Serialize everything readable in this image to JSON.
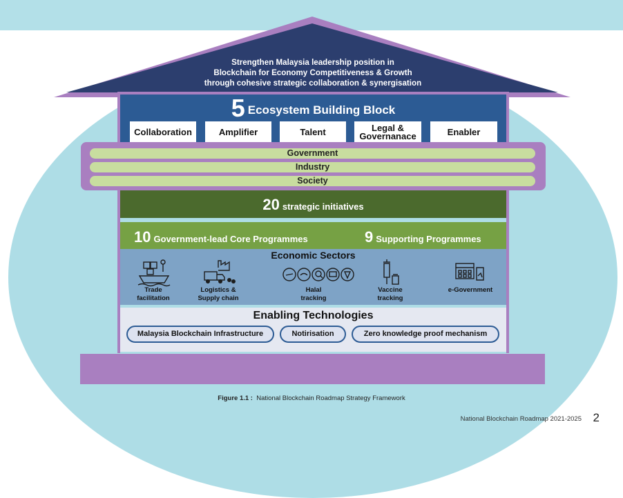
{
  "roof": {
    "line1": "Strengthen Malaysia leadership position in",
    "line2": "Blockchain for Economy Competitiveness & Growth",
    "line3": "through cohesive strategic collaboration & synergisation"
  },
  "building_blocks": {
    "number": "5",
    "title": "Ecosystem Building Block",
    "items": [
      "Collaboration",
      "Amplifier",
      "Talent",
      "Legal & Governanace",
      "Enabler"
    ]
  },
  "stakeholders": [
    "Government",
    "Industry",
    "Society"
  ],
  "initiatives": {
    "number": "20",
    "label": "strategic initiatives"
  },
  "programmes": {
    "core_number": "10",
    "core_label": "Government-lead Core Programmes",
    "support_number": "9",
    "support_label": "Supporting Programmes"
  },
  "economic_sectors": {
    "title": "Economic Sectors",
    "items": [
      {
        "line1": "Trade",
        "line2": "facilitation",
        "icon": "ship-cargo-icon"
      },
      {
        "line1": "Logistics &",
        "line2": "Supply chain",
        "icon": "truck-factory-icon"
      },
      {
        "line1": "Halal",
        "line2": "tracking",
        "icon": "halal-food-icon"
      },
      {
        "line1": "Vaccine",
        "line2": "tracking",
        "icon": "syringe-icon"
      },
      {
        "line1": "e-Government",
        "line2": "",
        "icon": "government-building-icon"
      }
    ]
  },
  "enabling_technologies": {
    "title": "Enabling Technologies",
    "items": [
      "Malaysia Blockchain Infrastructure",
      "Notirisation",
      "Zero knowledge proof mechanism"
    ]
  },
  "caption": {
    "label": "Figure 1.1 :",
    "text": "National Blockchain Roadmap Strategy Framework"
  },
  "footer": {
    "text": "National Blockchain Roadmap 2021-2025",
    "page": "2"
  },
  "colors": {
    "roof": "#2c3e6e",
    "building_blue": "#2c5b94",
    "purple": "#a97fc0",
    "pill_green": "#c8dd9f",
    "dark_green": "#4b6a2d",
    "light_green": "#76a144",
    "sector_blue": "#7ea3c6",
    "background_teal": "#aedde6"
  }
}
